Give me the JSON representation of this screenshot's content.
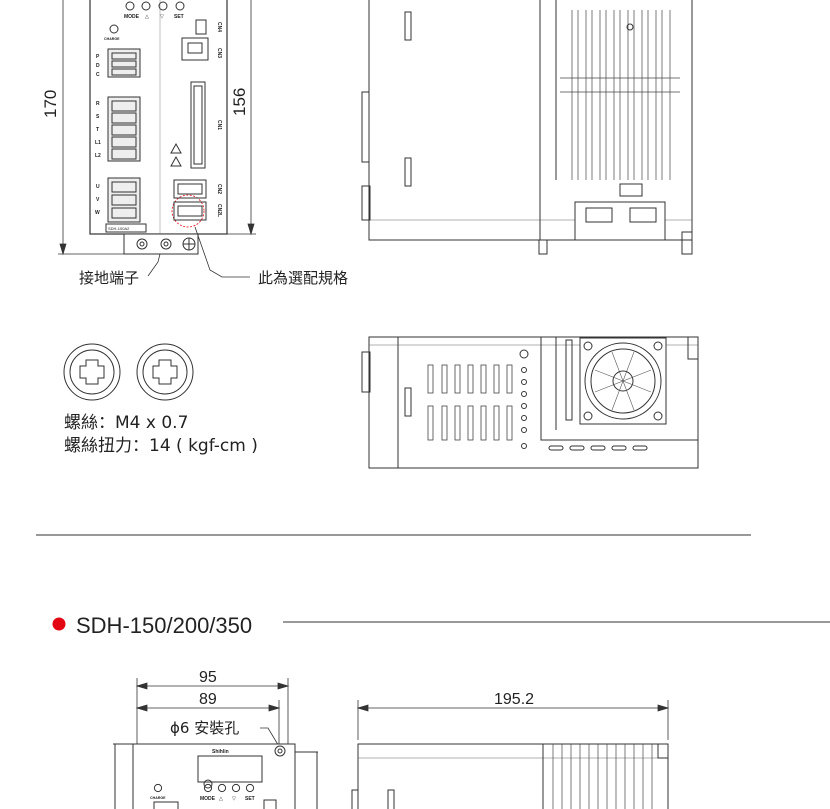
{
  "top_section": {
    "front_panel_labels": {
      "mode": "MODE",
      "up": "△",
      "down": "▽",
      "set": "SET",
      "charge": "CHARGE",
      "p": "P",
      "d": "D",
      "c": "C",
      "r": "R",
      "s": "S",
      "t": "T",
      "l1": "L1",
      "l2": "L2",
      "u": "U",
      "v": "V",
      "w": "W",
      "cn4": "CN4",
      "cn3": "CN3",
      "cn1": "CN1",
      "cn2": "CN2",
      "cn2l": "CN2L",
      "model": "SDH-100A2"
    },
    "dim_height_outer": "170",
    "dim_height_inner": "156",
    "ground_callout": "接地端子",
    "option_callout": "此為選配規格",
    "screw_spec": "螺絲：M4 x 0.7",
    "screw_torque": "螺絲扭力：14 ( kgf-cm )"
  },
  "section_two": {
    "heading": "SDH-150/200/350",
    "bullet_color": "#e30613",
    "dim_width_outer": "95",
    "dim_width_inner": "89",
    "mount_hole": "ϕ6 安裝孔",
    "dim_depth": "195.2",
    "front_panel_labels": {
      "mode": "MODE",
      "up": "△",
      "down": "▽",
      "set": "SET",
      "charge": "CHARGE",
      "brand": "Shihlin"
    }
  }
}
